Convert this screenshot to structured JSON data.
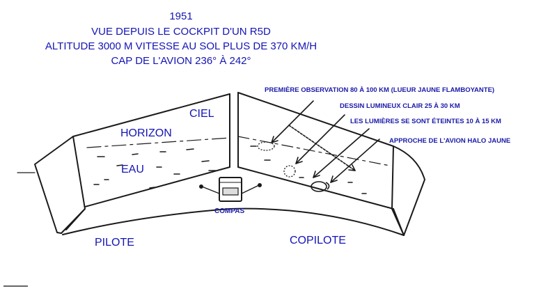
{
  "header": {
    "year": "1951",
    "line1": "VUE DEPUIS LE COCKPIT D'UN R5D",
    "line2": "ALTITUDE 3000 M VITESSE AU SOL PLUS DE 370 KM/H",
    "line3": "CAP DE L'AVION 236° À 242°"
  },
  "left_window": {
    "sky_label": "CIEL",
    "horizon_label": "HORIZON",
    "water_label": "EAU"
  },
  "instrument": {
    "compass_label": "COMPAS"
  },
  "observations": [
    {
      "label": "PREMIÈRE OBSERVATION 80 À 100 KM (LUEUR JAUNE FLAMBOYANTE)"
    },
    {
      "label": "DESSIN LUMINEUX CLAIR 25 À 30 KM"
    },
    {
      "label": "LES LUMIÈRES SE SONT ÉTEINTES 10 À 15 KM"
    },
    {
      "label": "APPROCHE DE L'AVION HALO JAUNE"
    }
  ],
  "seats": {
    "pilot_label": "PILOTE",
    "copilot_label": "COPILOTE"
  },
  "colors": {
    "label_blue": "#1414b4",
    "ink": "#1a1a1a"
  }
}
